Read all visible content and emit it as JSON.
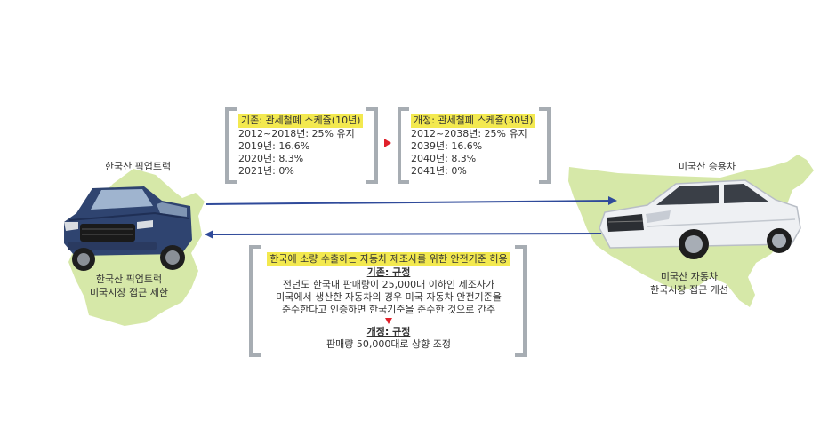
{
  "left": {
    "car_label": "한국산 픽업트럭",
    "restriction_line1": "한국산 픽업트럭",
    "restriction_line2": "미국시장 접근 제한"
  },
  "right": {
    "car_label": "미국산 승용차",
    "improve_line1": "미국산 자동차",
    "improve_line2": "한국시장 접근 개선"
  },
  "tariff_before": {
    "title": "기존: 관세철폐 스케쥴(10년)",
    "lines": [
      "2012~2018년: 25% 유지",
      "2019년: 16.6%",
      "2020년: 8.3%",
      "2021년: 0%"
    ]
  },
  "tariff_after": {
    "title": "개정: 관세철폐 스케쥴(30년)",
    "lines": [
      "2012~2038년: 25% 유지",
      "2039년: 16.6%",
      "2040년: 8.3%",
      "2041년: 0%"
    ]
  },
  "safety": {
    "title": "한국에 소량 수출하는 자동차 제조사를 위한 안전기준 허용",
    "before_heading": "기존: 규정",
    "before_lines": [
      "전년도 한국내 판매량이 25,000대 이하인 제조사가",
      "미국에서 생산한 자동차의 경우 미국 자동차 안전기준을",
      "준수한다고 인증하면 한국기준을 준수한 것으로 간주"
    ],
    "after_heading": "개정: 규정",
    "after_line": "판매량 50,000대로 상향 조정"
  },
  "colors": {
    "map_green": "#d6e8a8",
    "arrow_blue": "#2f4a9a",
    "highlight": "#f3e94f",
    "bracket_gray": "#a7adb3",
    "marker_red": "#e0202a"
  }
}
